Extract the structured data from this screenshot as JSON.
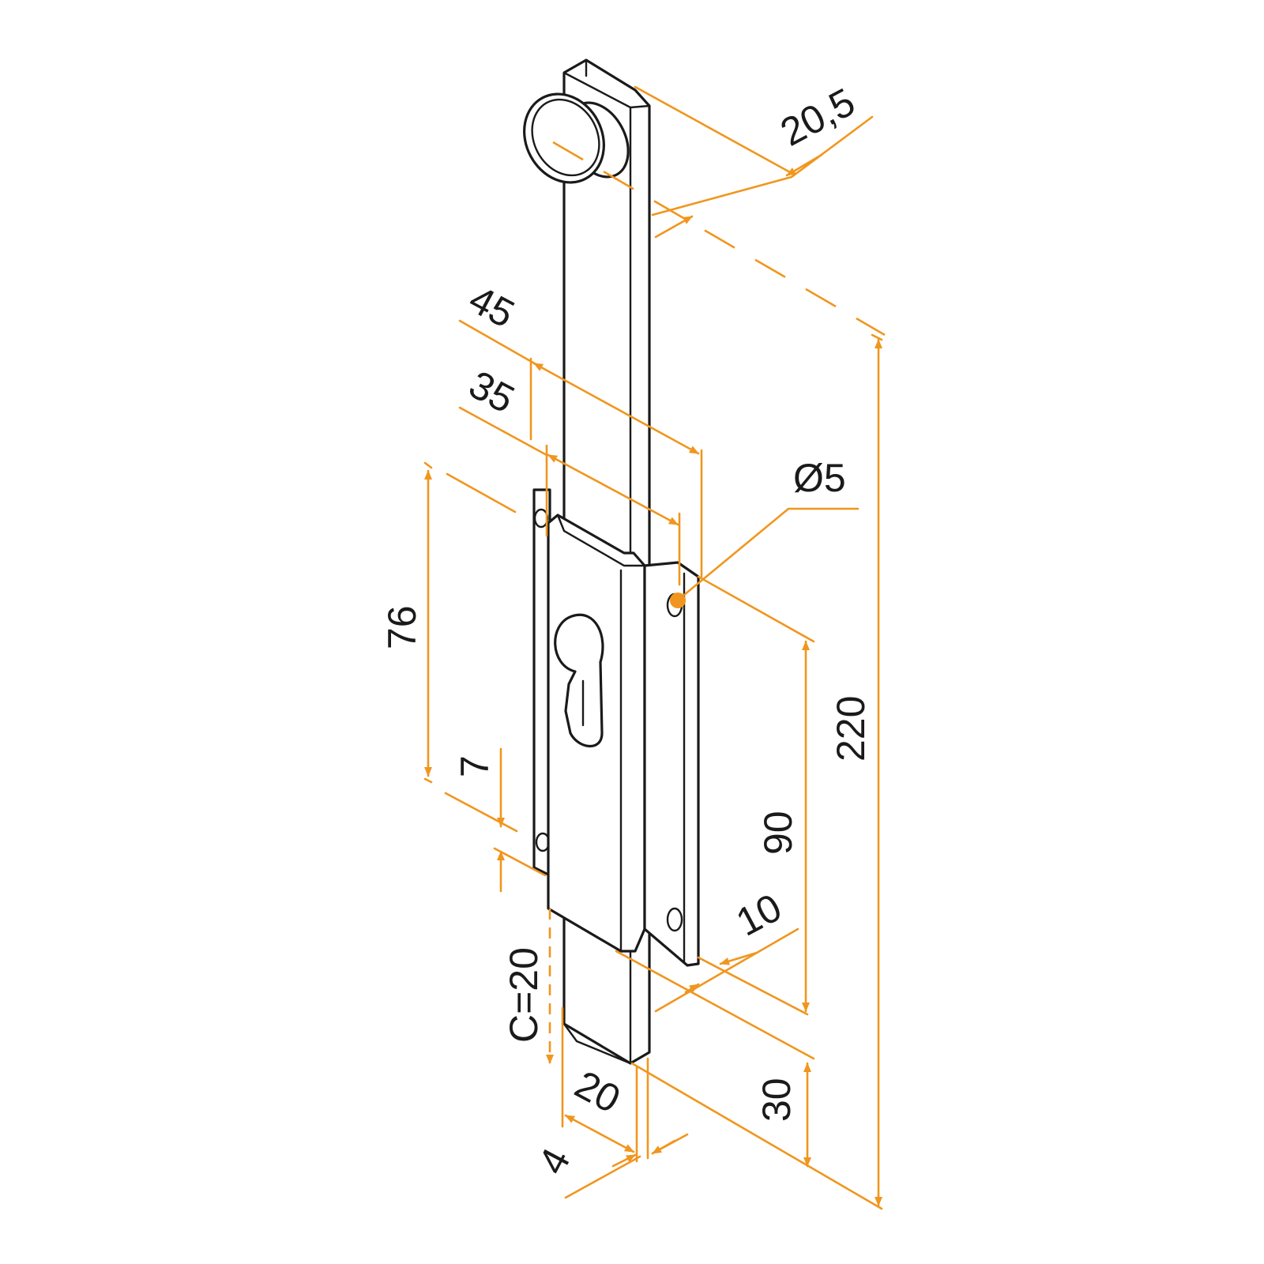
{
  "drawing": {
    "colors": {
      "part": "#1a1a1a",
      "dimension": "#f0961e",
      "background": "#ffffff"
    },
    "dimensions": {
      "bolt_thickness": "20,5",
      "length_45": "45",
      "length_35": "35",
      "hole_diameter": "Ø5",
      "height_76": "76",
      "total_length": "220",
      "height_90": "90",
      "offset_7": "7",
      "offset_10": "10",
      "c_value": "C=20",
      "width_20": "20",
      "thickness_4": "4",
      "height_30": "30"
    }
  }
}
